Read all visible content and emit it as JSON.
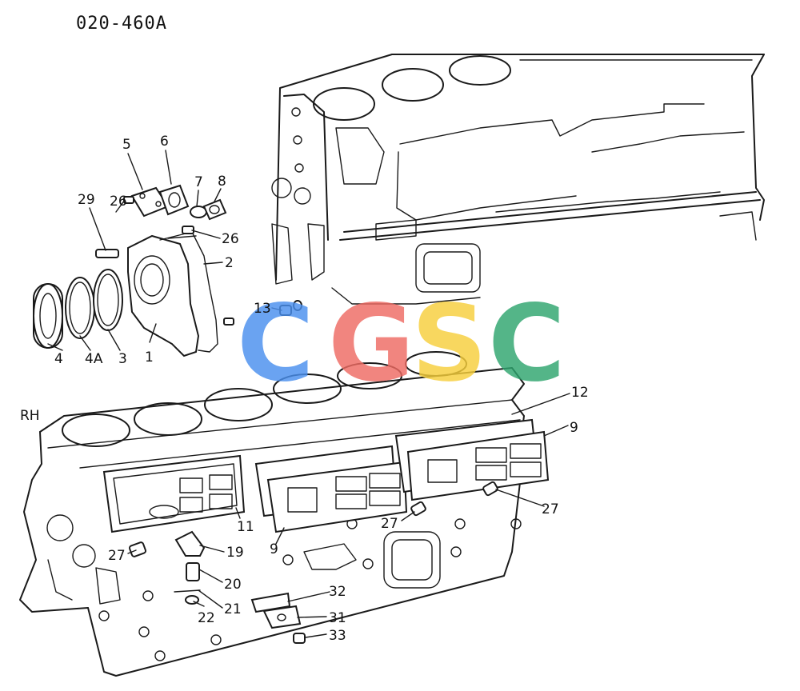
{
  "diagram_code": "020-460A",
  "side_label": "RH",
  "watermark": {
    "letters": [
      "C",
      "G",
      "S",
      "C"
    ],
    "colors": [
      "#4a90ee",
      "#ef6b63",
      "#f7cf3c",
      "#2fa56f"
    ]
  },
  "callouts": [
    {
      "id": "c1",
      "text": "1"
    },
    {
      "id": "c2",
      "text": "2"
    },
    {
      "id": "c3",
      "text": "3"
    },
    {
      "id": "c4",
      "text": "4"
    },
    {
      "id": "c4a",
      "text": "4A"
    },
    {
      "id": "c5",
      "text": "5"
    },
    {
      "id": "c6",
      "text": "6"
    },
    {
      "id": "c7",
      "text": "7"
    },
    {
      "id": "c8",
      "text": "8"
    },
    {
      "id": "c9a",
      "text": "9"
    },
    {
      "id": "c9b",
      "text": "9"
    },
    {
      "id": "c11",
      "text": "11"
    },
    {
      "id": "c12",
      "text": "12"
    },
    {
      "id": "c13",
      "text": "13"
    },
    {
      "id": "c19",
      "text": "19"
    },
    {
      "id": "c20",
      "text": "20"
    },
    {
      "id": "c21",
      "text": "21"
    },
    {
      "id": "c22",
      "text": "22"
    },
    {
      "id": "c26a",
      "text": "26"
    },
    {
      "id": "c26b",
      "text": "26"
    },
    {
      "id": "c27a",
      "text": "27"
    },
    {
      "id": "c27b",
      "text": "27"
    },
    {
      "id": "c27c",
      "text": "27"
    },
    {
      "id": "c29",
      "text": "29"
    },
    {
      "id": "c31",
      "text": "31"
    },
    {
      "id": "c32",
      "text": "32"
    },
    {
      "id": "c33",
      "text": "33"
    }
  ]
}
